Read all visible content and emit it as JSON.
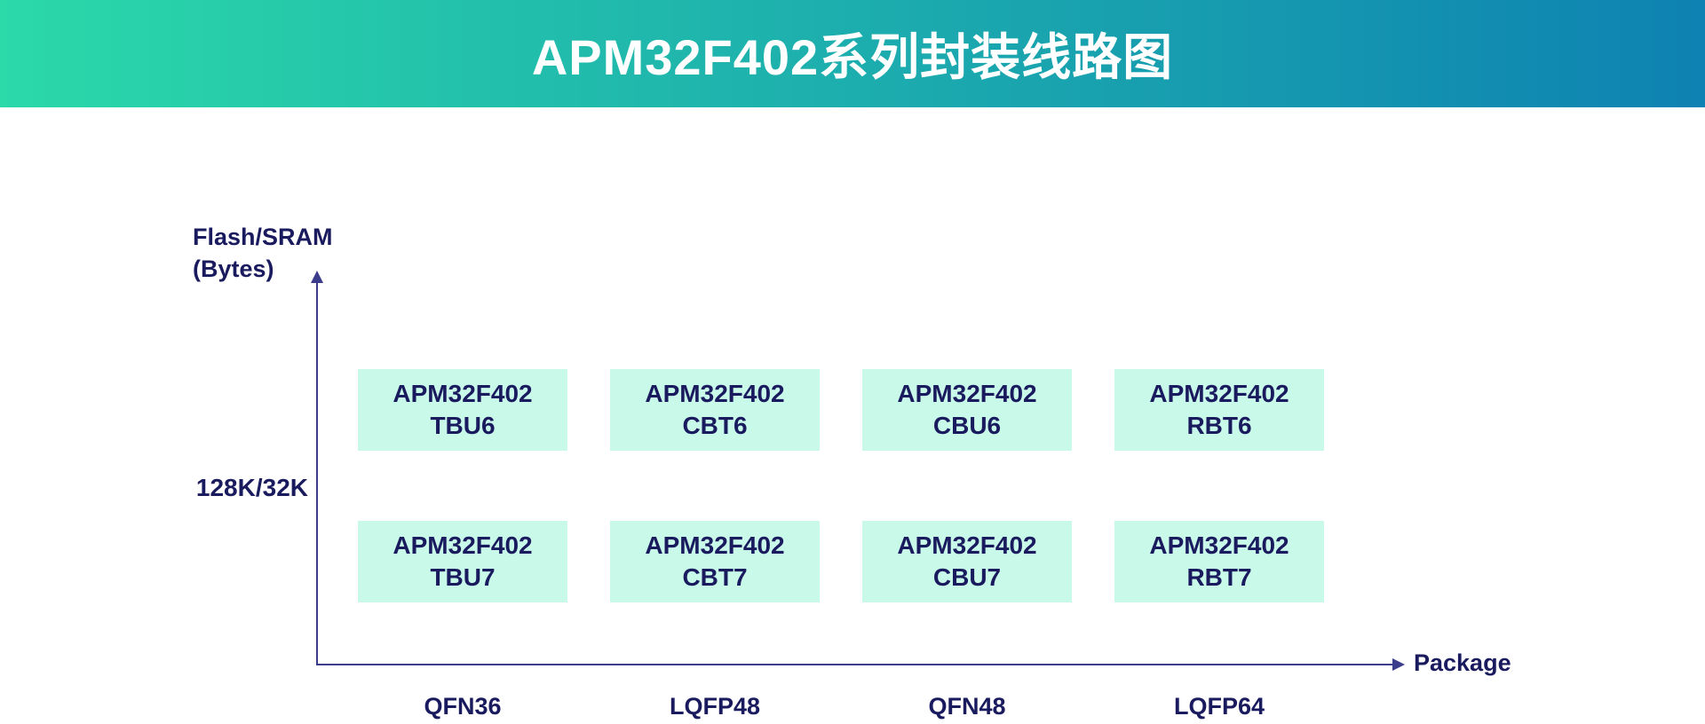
{
  "header": {
    "title": "APM32F402系列封装线路图"
  },
  "axes": {
    "y_label_line1": "Flash/SRAM",
    "y_label_line2": "(Bytes)",
    "y_tick": "128K/32K",
    "x_label": "Package"
  },
  "diagram": {
    "columns": [
      "QFN36",
      "LQFP48",
      "QFN48",
      "LQFP64"
    ],
    "rows": [
      {
        "boxes": [
          {
            "line1": "APM32F402",
            "line2": "TBU6"
          },
          {
            "line1": "APM32F402",
            "line2": "CBT6"
          },
          {
            "line1": "APM32F402",
            "line2": "CBU6"
          },
          {
            "line1": "APM32F402",
            "line2": "RBT6"
          }
        ]
      },
      {
        "boxes": [
          {
            "line1": "APM32F402",
            "line2": "TBU7"
          },
          {
            "line1": "APM32F402",
            "line2": "CBT7"
          },
          {
            "line1": "APM32F402",
            "line2": "CBU7"
          },
          {
            "line1": "APM32F402",
            "line2": "RBT7"
          }
        ]
      }
    ]
  },
  "chart_data": {
    "type": "table",
    "title": "APM32F402系列封装线路图",
    "xlabel": "Package",
    "ylabel": "Flash/SRAM (Bytes)",
    "x_categories": [
      "QFN36",
      "LQFP48",
      "QFN48",
      "LQFP64"
    ],
    "y_categories": [
      "128K/32K"
    ],
    "cells": [
      [
        "APM32F402TBU6",
        "APM32F402CBT6",
        "APM32F402CBU6",
        "APM32F402RBT6"
      ],
      [
        "APM32F402TBU7",
        "APM32F402CBT7",
        "APM32F402CBU7",
        "APM32F402RBT7"
      ]
    ]
  },
  "colors": {
    "gradient_left": "#2BD9A9",
    "gradient_right": "#0E82B2",
    "title_text": "#FFFFFF",
    "box_bg": "#C9F9E9",
    "text_navy": "#1A1A5E",
    "axis_line": "#3C3C8C"
  }
}
